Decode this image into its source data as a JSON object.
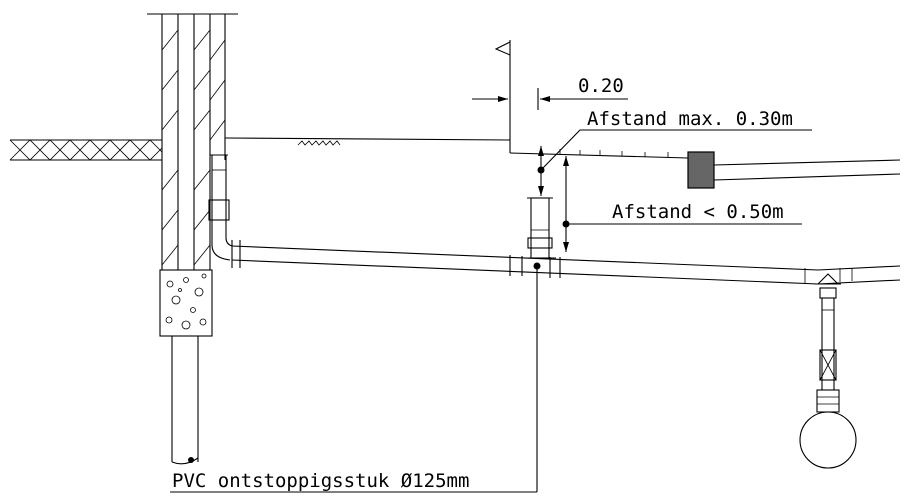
{
  "annotations": {
    "dimension_value": "0.20",
    "distance_max": "Afstand max. 0.30m",
    "distance_less": "Afstand < 0.50m",
    "pvc_label": "PVC ontstoppigsstuk Ø125mm"
  },
  "colors": {
    "line": "#000000",
    "background": "#ffffff",
    "curb_fill": "#666666"
  }
}
